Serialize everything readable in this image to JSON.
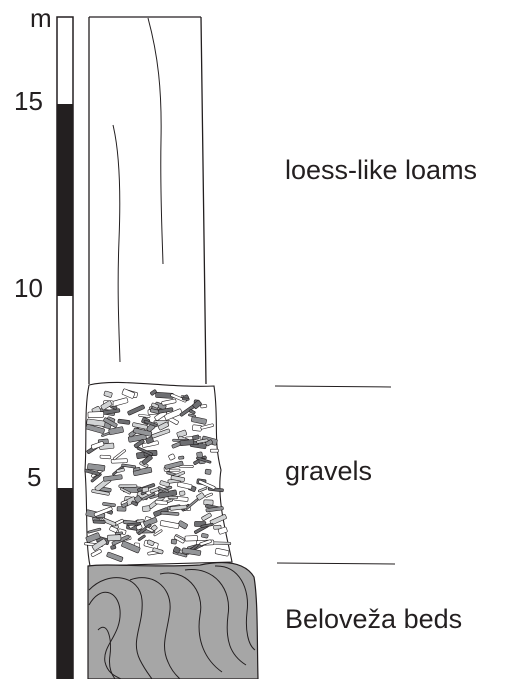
{
  "scale": {
    "unit": "m",
    "ticks": [
      {
        "value": 15,
        "label": "15"
      },
      {
        "value": 10,
        "label": "10"
      },
      {
        "value": 5,
        "label": "5"
      }
    ]
  },
  "layers": {
    "loess": {
      "label": "loess-like loams"
    },
    "gravels": {
      "label": "gravels"
    },
    "beloveza": {
      "label": "Beloveža beds"
    }
  },
  "colors": {
    "ink": "#231f20",
    "scale_black": "#231f20",
    "beds_fill": "#a6a6a6",
    "clast_dark": "#6d6e71",
    "clast_mid": "#939598",
    "clast_light": "#d1d3d4"
  }
}
